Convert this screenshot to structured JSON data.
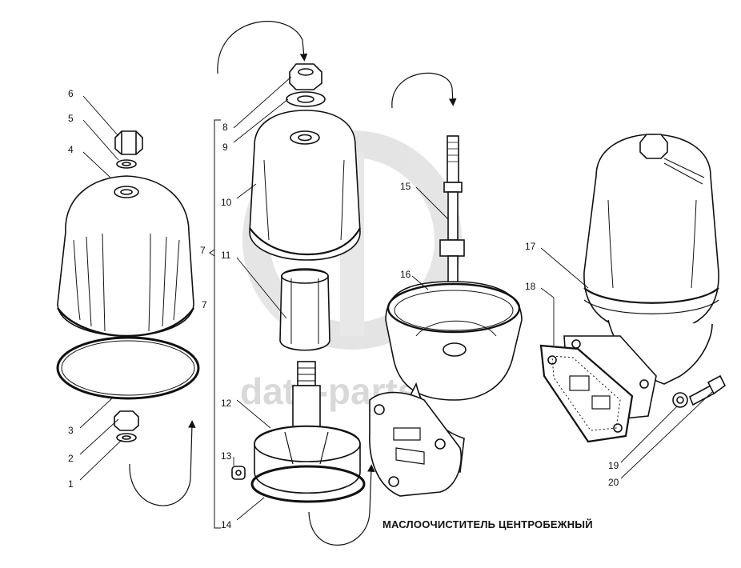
{
  "caption": "МАСЛООЧИСТИТЕЛЬ ЦЕНТРОБЕЖНЫЙ",
  "watermark": "data-parts",
  "labels": {
    "l1": "1",
    "l2": "2",
    "l3": "3",
    "l4": "4",
    "l5": "5",
    "l6": "6",
    "l7a": "7",
    "l7b": "7",
    "l8": "8",
    "l9": "9",
    "l10": "10",
    "l11": "11",
    "l12": "12",
    "l13": "13",
    "l14": "14",
    "l15": "15",
    "l16": "16",
    "l17": "17",
    "l18": "18",
    "l19": "19",
    "l20": "20"
  },
  "colors": {
    "ink": "#111111",
    "watermark": "#d9d9d9",
    "background": "#ffffff"
  }
}
